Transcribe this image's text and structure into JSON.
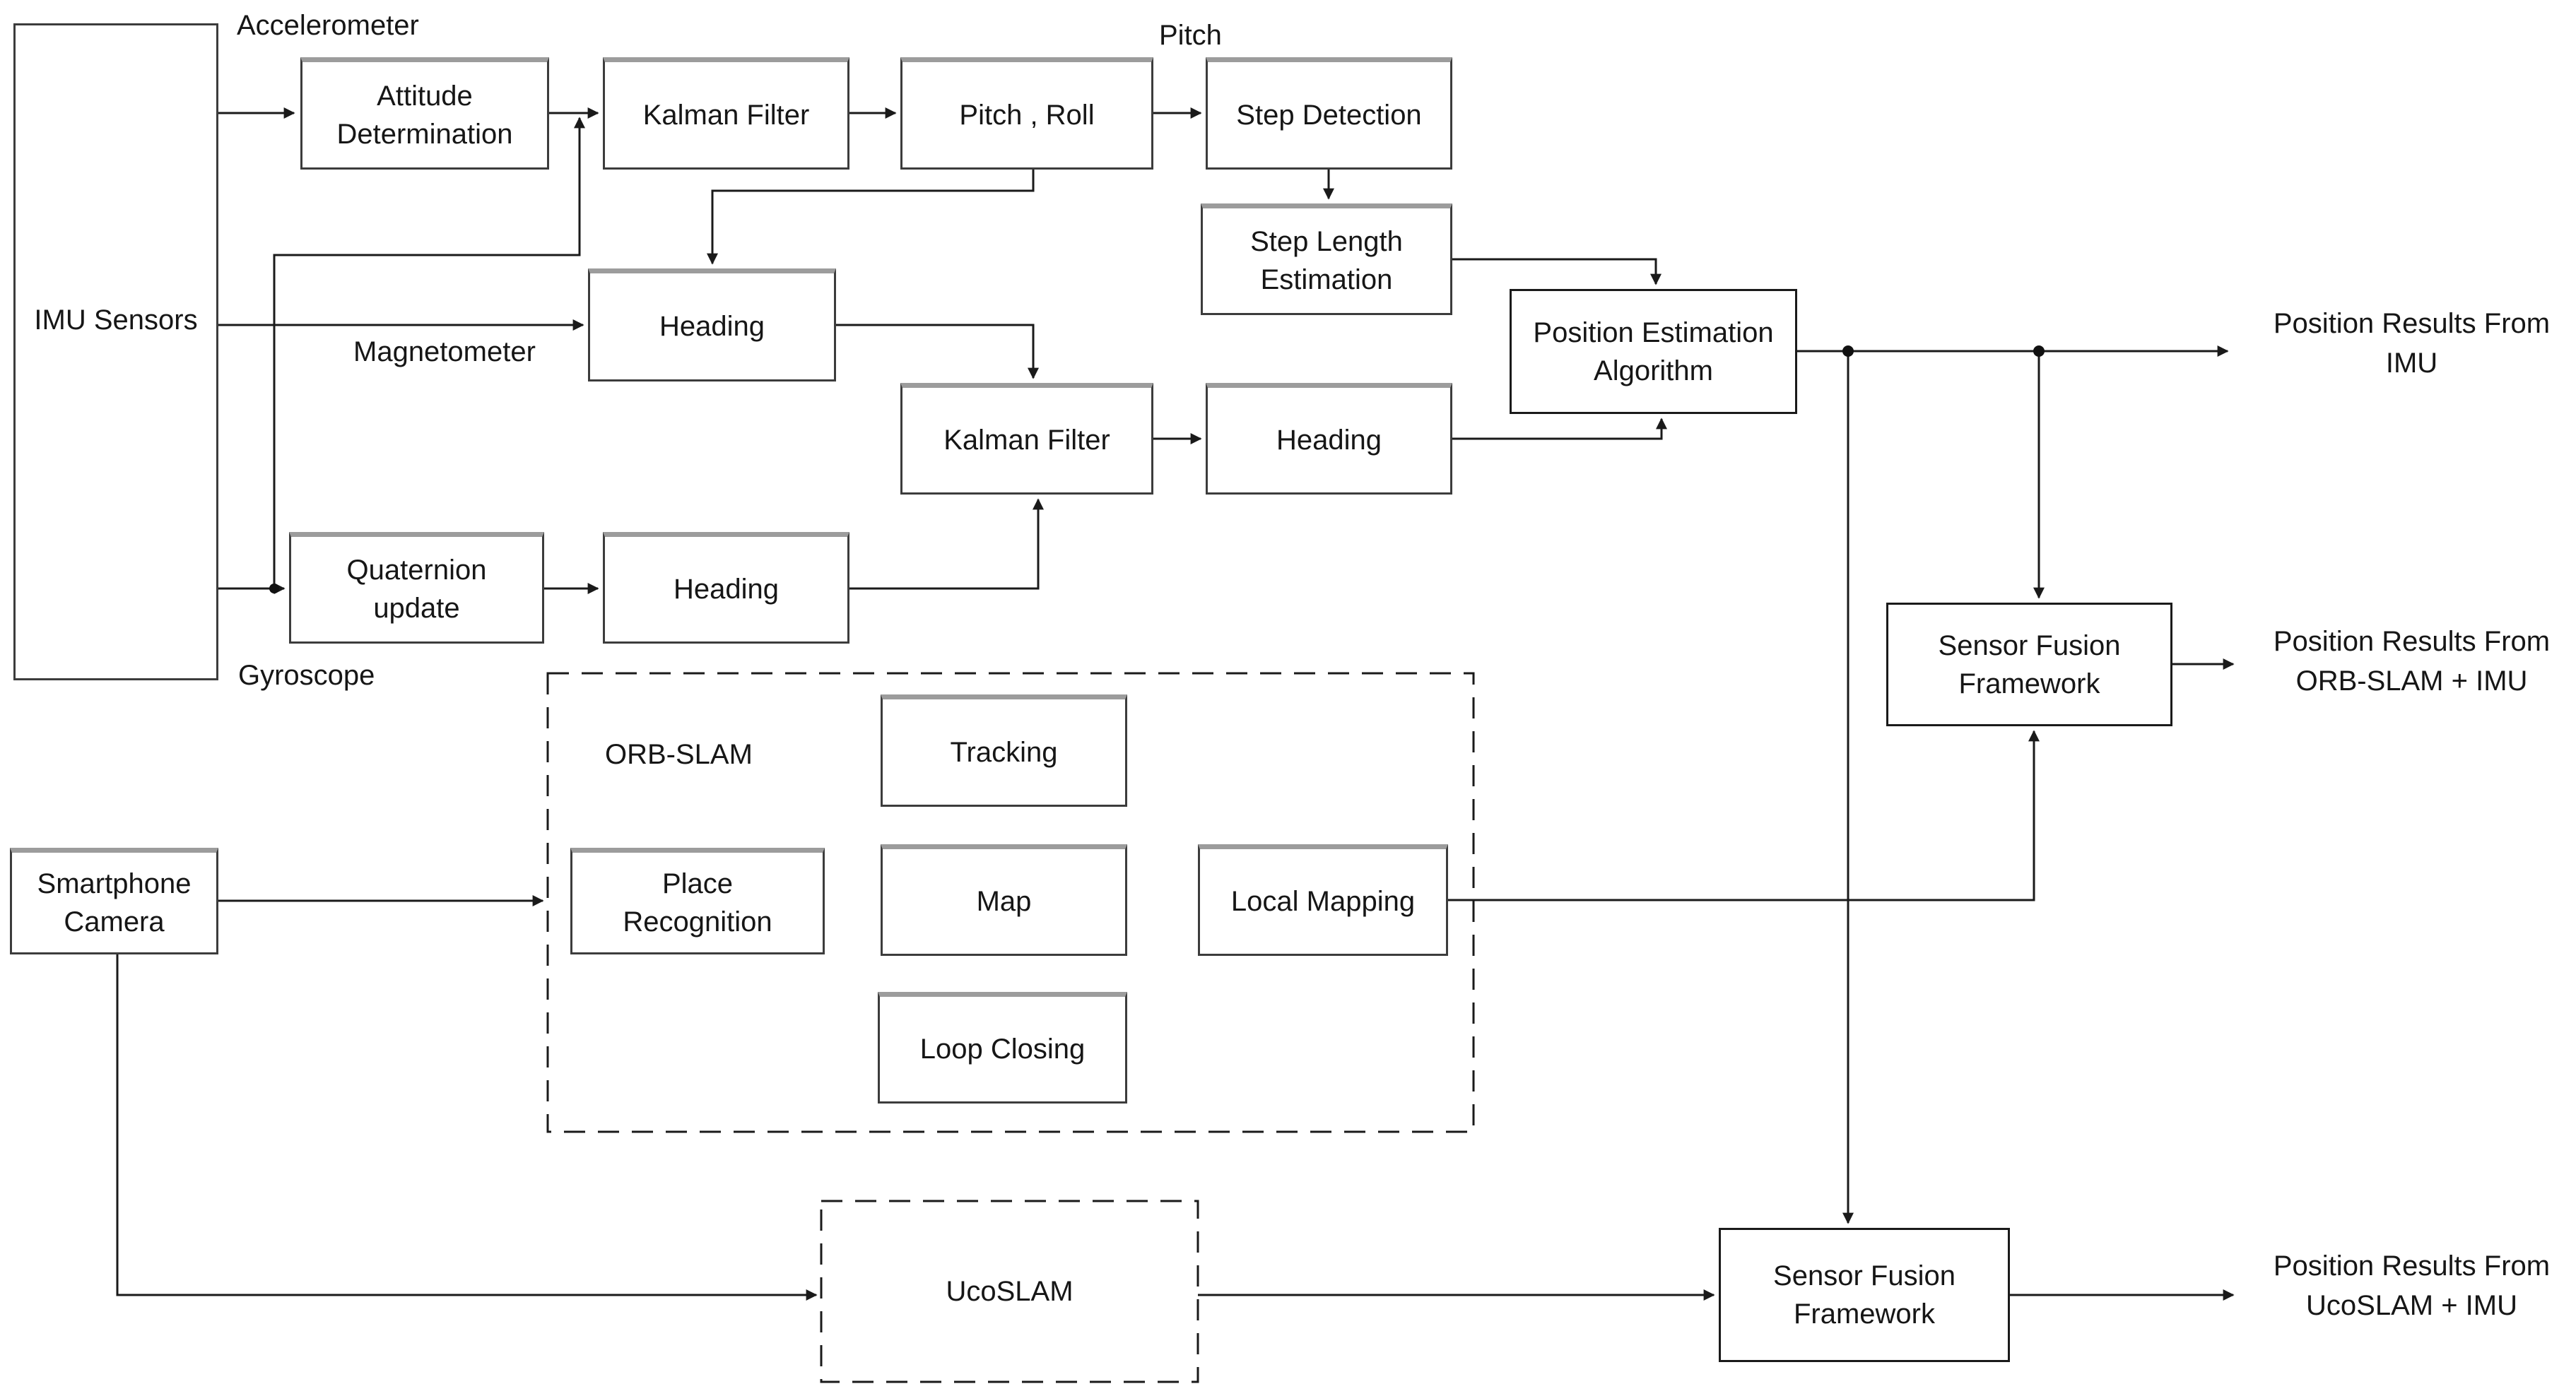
{
  "figure": {
    "type": "flow-diagram",
    "title_semantic": "Indoor positioning pipeline: IMU + ORB-SLAM + UcoSLAM sensor fusion"
  },
  "style": {
    "background": "#ffffff",
    "line_color": "#1a1a1a",
    "box_border": "#3c3c3c",
    "box_top_shade": "#9c9c9c"
  },
  "nodes": {
    "imu": "IMU Sensors",
    "attitude": "Attitude\nDetermination",
    "kalman1": "Kalman Filter",
    "pitch_roll": "Pitch , Roll",
    "step_detection": "Step Detection",
    "step_length": "Step Length\nEstimation",
    "position_estimation": "Position Estimation\nAlgorithm",
    "heading_mag": "Heading",
    "kalman2": "Kalman Filter",
    "heading_fused": "Heading",
    "quaternion": "Quaternion\nupdate",
    "heading_gyro": "Heading",
    "tracking": "Tracking",
    "place_recognition": "Place\nRecognition",
    "map": "Map",
    "local_mapping": "Local Mapping",
    "loop_closing": "Loop Closing",
    "smartphone_camera": "Smartphone\nCamera",
    "sensor_fusion_orb": "Sensor Fusion\nFramework",
    "ucoslam": "UcoSLAM",
    "sensor_fusion_uco": "Sensor Fusion\nFramework"
  },
  "labels": {
    "accelerometer": "Accelerometer",
    "pitch": "Pitch",
    "magnetometer": "Magnetometer",
    "gyroscope": "Gyroscope",
    "orb_slam": "ORB-SLAM",
    "result_imu": "Position Results From\nIMU",
    "result_orb": "Position Results From\nORB-SLAM + IMU",
    "result_uco": "Position Results From\nUcoSLAM + IMU"
  }
}
